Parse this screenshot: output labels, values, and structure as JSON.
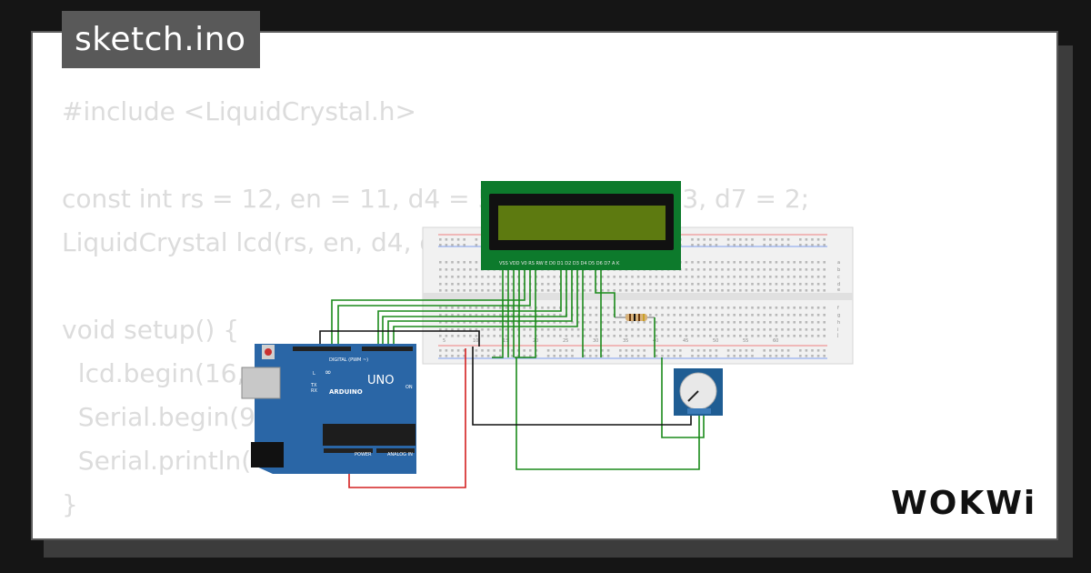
{
  "tab": {
    "filename": "sketch.ino"
  },
  "code": {
    "lines": [
      "#include <LiquidCrystal.h>",
      "",
      "const int rs = 12, en = 11, d4 = 5, d5 = 4, d6 = 3, d7 = 2;",
      "LiquidCrystal lcd(rs, en, d4, d5, d6, d7);",
      "",
      "void setup() {",
      "  lcd.begin(16, 2);",
      "  Serial.begin(9600);",
      "  Serial.println(",
      "}"
    ]
  },
  "board": {
    "brand": "ARDUINO",
    "model": "UNO",
    "digital_label": "DIGITAL (PWM ~)",
    "power_label": "POWER",
    "analog_label": "ANALOG IN",
    "on_label": "ON",
    "led_l": "L",
    "led_tx": "TX",
    "led_rx": "RX"
  },
  "lcd": {
    "pin_labels": "VSS VDD V0 RS RW E D0 D1 D2 D3 D4 D5 D6 D7 A K"
  },
  "breadboard": {
    "column_numbers": [
      "5",
      "10",
      "15",
      "20",
      "25",
      "30",
      "35",
      "40",
      "45",
      "50",
      "55",
      "60"
    ],
    "row_letters_top": [
      "a",
      "b",
      "c",
      "d",
      "e"
    ],
    "row_letters_bottom": [
      "f",
      "g",
      "h",
      "i",
      "j"
    ]
  },
  "branding": {
    "logo_text": "WOKWi"
  },
  "colors": {
    "background": "#151515",
    "card": "#ffffff",
    "tab": "#595959",
    "code_text": "#dcdcdc",
    "board_blue": "#2a66a6",
    "lcd_green": "#0d7a2c",
    "lcd_screen": "#5d7a10",
    "wire_green": "#1a8a1a",
    "wire_black": "#111111",
    "wire_red": "#d42020"
  }
}
